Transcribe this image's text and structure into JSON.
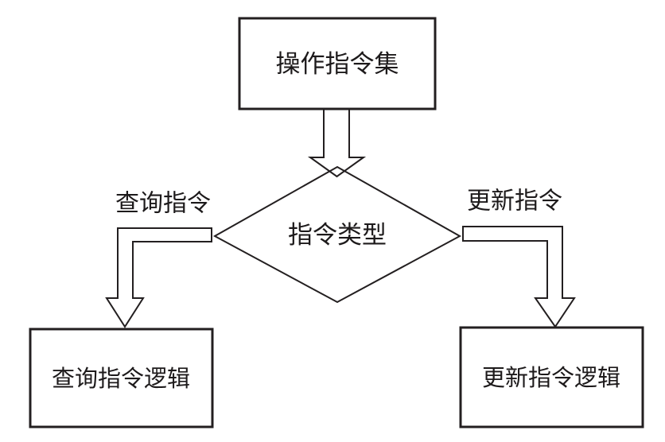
{
  "diagram": {
    "type": "flowchart",
    "background_color": "#ffffff",
    "line_color": "#231f20",
    "text_color": "#1d1a1b",
    "nodes": {
      "start": {
        "label": "操作指令集",
        "shape": "rectangle"
      },
      "decision": {
        "label": "指令类型",
        "shape": "diamond"
      },
      "query_logic": {
        "label": "查询指令逻辑",
        "shape": "rectangle"
      },
      "update_logic": {
        "label": "更新指令逻辑",
        "shape": "rectangle"
      }
    },
    "edges": {
      "start_to_decision": {
        "label": "",
        "style": "hollow-arrow-down"
      },
      "decision_to_query": {
        "label": "查询指令",
        "style": "hollow-bent-arrow"
      },
      "decision_to_update": {
        "label": "更新指令",
        "style": "hollow-bent-arrow"
      }
    }
  }
}
